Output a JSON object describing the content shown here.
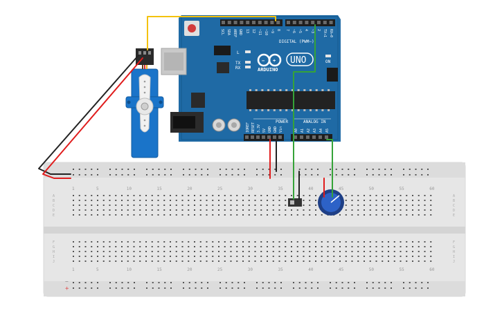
{
  "arduino": {
    "brand_name": "ARDUINO",
    "model_name": "UNO",
    "on_label": "ON",
    "tx_label": "TX",
    "rx_label": "RX",
    "l_label": "L",
    "digital_label": "DIGITAL (PWM~)",
    "analog_label": "ANALOG IN",
    "power_label": "POWER",
    "digital_pins": [
      "AREF",
      "GND",
      "13",
      "12",
      "~11",
      "~10",
      "~9",
      "8",
      "7",
      "~6",
      "~5",
      "4",
      "~3",
      "2",
      "TX→1",
      "RX←0"
    ],
    "power_pins": [
      "IOREF",
      "RESET",
      "3.3V",
      "5V",
      "GND",
      "GND",
      "Vin"
    ],
    "analog_pins": [
      "A0",
      "A1",
      "A2",
      "A3",
      "A4",
      "A5"
    ],
    "top_left_pins": [
      "SCL",
      "SDA"
    ]
  },
  "breadboard": {
    "column_numbers_top": [
      "1",
      "5",
      "10",
      "15",
      "20",
      "25",
      "30",
      "35",
      "40",
      "45",
      "50",
      "55",
      "60"
    ],
    "column_numbers_bottom": [
      "1",
      "5",
      "10",
      "15",
      "20",
      "25",
      "30",
      "35",
      "40",
      "45",
      "50",
      "55",
      "60"
    ],
    "row_letters_top": [
      "A",
      "B",
      "C",
      "D",
      "E"
    ],
    "row_letters_bottom": [
      "F",
      "G",
      "H",
      "I",
      "J"
    ],
    "minus_symbol": "−",
    "plus_symbol": "+"
  },
  "colors": {
    "board_blue": "#1f6aa5",
    "board_dark_blue": "#145a8f",
    "wire_red": "#e01c1c",
    "wire_black": "#222222",
    "wire_yellow": "#f4c20d",
    "wire_green": "#35a338",
    "servo_blue": "#1a74c9",
    "breadboard": "#e8e8e8",
    "pot_blue": "#2d62c7"
  }
}
